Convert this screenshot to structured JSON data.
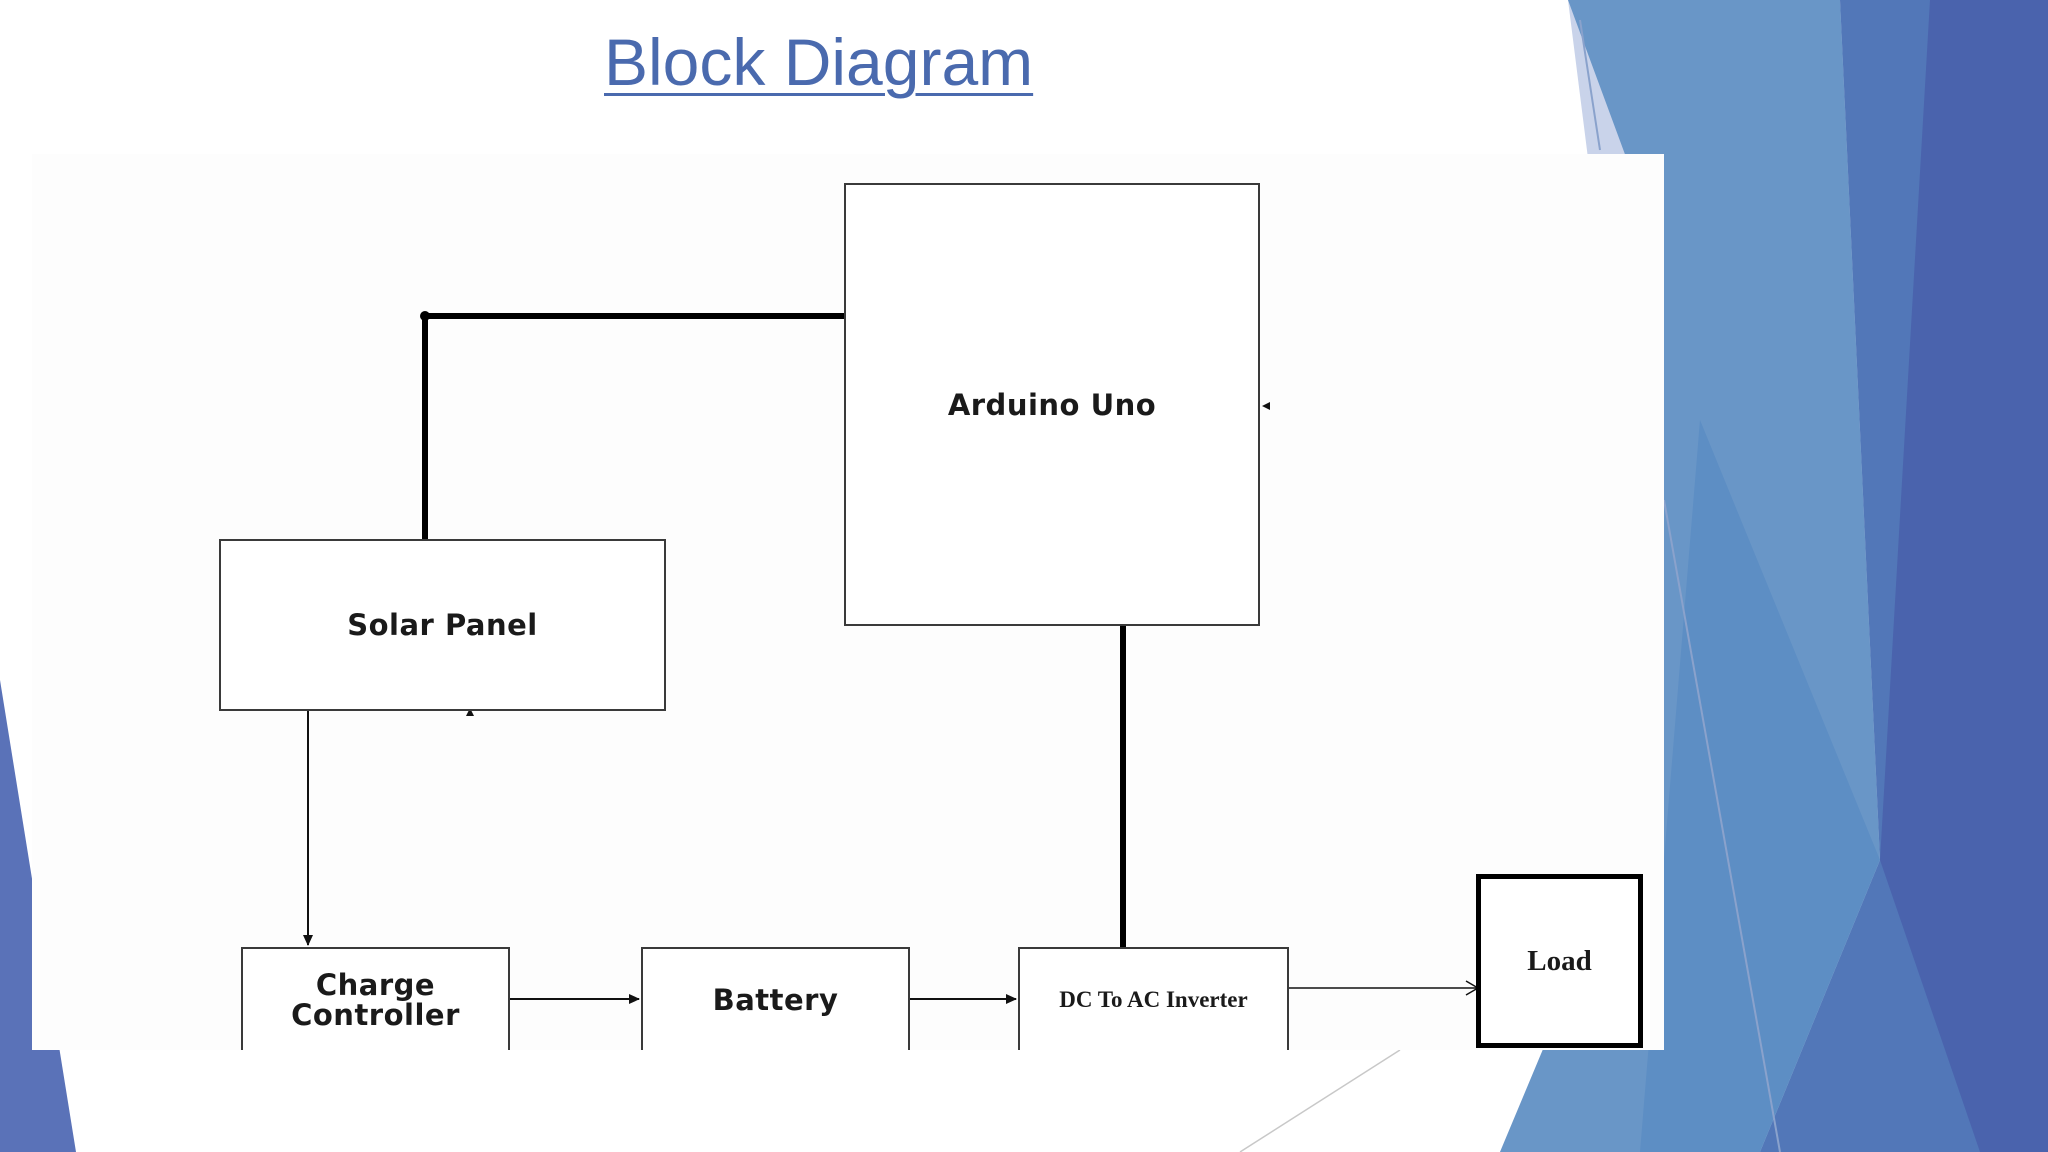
{
  "slide": {
    "title": "Block Diagram",
    "colors": {
      "title": "#4a6aae",
      "accent_dark": "#4a66b0",
      "accent_mid": "#6a96c8",
      "accent_light": "#c8d2e8"
    }
  },
  "diagram": {
    "blocks": {
      "arduino": "Arduino Uno",
      "solar_panel": "Solar Panel",
      "charge_controller_line1": "Charge",
      "charge_controller_line2": "Controller",
      "battery": "Battery",
      "inverter": "DC To AC Inverter",
      "load": "Load"
    },
    "connections": [
      {
        "from": "Solar Panel",
        "to": "Arduino Uno"
      },
      {
        "from": "Solar Panel",
        "to": "Charge Controller"
      },
      {
        "from": "Charge Controller",
        "to": "Battery"
      },
      {
        "from": "Battery",
        "to": "DC To AC Inverter"
      },
      {
        "from": "DC To AC Inverter",
        "to": "Load"
      },
      {
        "from": "Arduino Uno",
        "to": "DC To AC Inverter"
      }
    ]
  }
}
